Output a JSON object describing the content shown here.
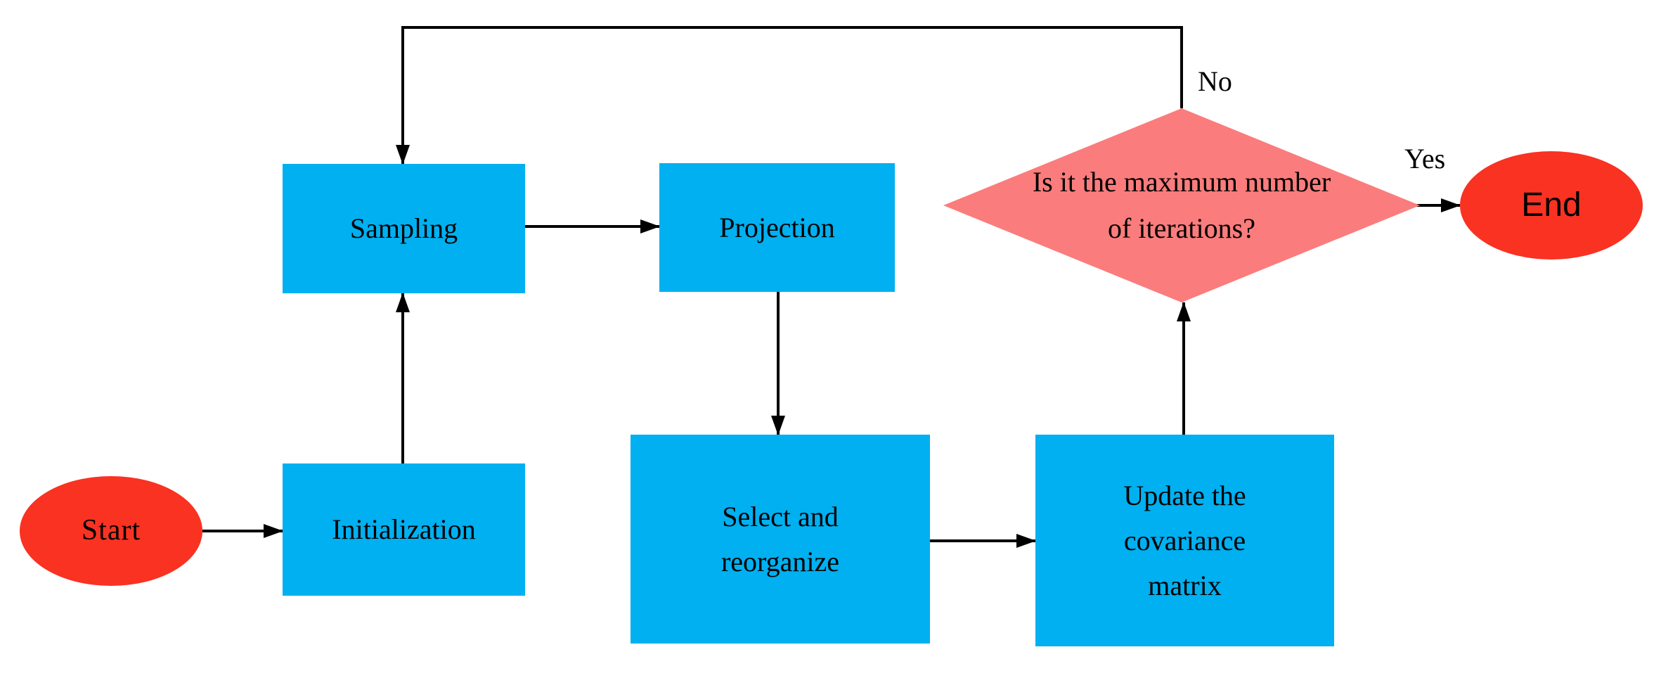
{
  "diagram_type": "flowchart",
  "colors": {
    "process_fill": "#00B0F0",
    "terminal_fill": "#F93222",
    "decision_fill": "#FB7C7C",
    "connector": "#000000",
    "text": "#000000",
    "canvas_bg": "#FFFFFF"
  },
  "nodes": {
    "start": {
      "type": "terminal",
      "label": "Start"
    },
    "initialization": {
      "type": "process",
      "label": "Initialization"
    },
    "sampling": {
      "type": "process",
      "label": "Sampling"
    },
    "projection": {
      "type": "process",
      "label": "Projection"
    },
    "select_reorganize": {
      "type": "process",
      "label": "Select and reorganize",
      "lines": [
        "Select and",
        "reorganize"
      ]
    },
    "update_covariance": {
      "type": "process",
      "label": "Update the covariance matrix",
      "lines": [
        "Update the",
        "covariance",
        "matrix"
      ]
    },
    "decision": {
      "type": "decision",
      "label": "Is it the maximum number of iterations?",
      "lines": [
        "Is it the maximum number",
        "of iterations?"
      ]
    },
    "end": {
      "type": "terminal",
      "label": "End"
    }
  },
  "edges": [
    {
      "from": "start",
      "to": "initialization",
      "label": ""
    },
    {
      "from": "initialization",
      "to": "sampling",
      "label": ""
    },
    {
      "from": "sampling",
      "to": "projection",
      "label": ""
    },
    {
      "from": "projection",
      "to": "select_reorganize",
      "label": ""
    },
    {
      "from": "select_reorganize",
      "to": "update_covariance",
      "label": ""
    },
    {
      "from": "update_covariance",
      "to": "decision",
      "label": ""
    },
    {
      "from": "decision",
      "to": "end",
      "label": "Yes"
    },
    {
      "from": "decision",
      "to": "sampling",
      "label": "No"
    }
  ]
}
